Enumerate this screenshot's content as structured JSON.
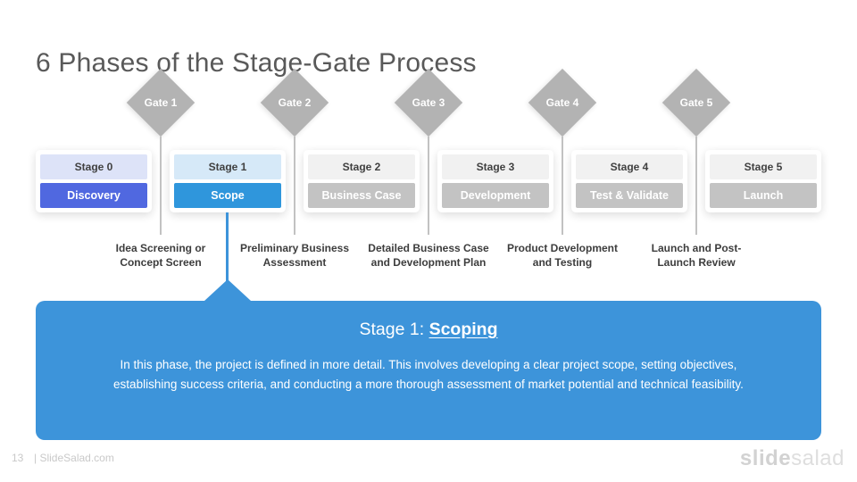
{
  "slide": {
    "title": "6 Phases of the Stage-Gate Process"
  },
  "gates": [
    {
      "label": "Gate 1",
      "description": "Idea Screening or\nConcept Screen"
    },
    {
      "label": "Gate 2",
      "description": "Preliminary Business\nAssessment"
    },
    {
      "label": "Gate 3",
      "description": "Detailed Business Case\nand Development Plan"
    },
    {
      "label": "Gate 4",
      "description": "Product Development\nand Testing"
    },
    {
      "label": "Gate 5",
      "description": "Launch and Post-\nLaunch Review"
    }
  ],
  "stages": [
    {
      "header": "Stage 0",
      "name": "Discovery"
    },
    {
      "header": "Stage 1",
      "name": "Scope"
    },
    {
      "header": "Stage 2",
      "name": "Business Case"
    },
    {
      "header": "Stage 3",
      "name": "Development"
    },
    {
      "header": "Stage 4",
      "name": "Test & Validate"
    },
    {
      "header": "Stage 5",
      "name": "Launch"
    }
  ],
  "detail_panel": {
    "heading_prefix": "Stage 1: ",
    "heading_term": "Scoping",
    "body": "In this phase, the project is defined in more detail. This involves developing a clear project scope, setting objectives, establishing success criteria, and conducting a more thorough assessment of market potential and technical feasibility."
  },
  "footer": {
    "page_number": "13",
    "site_label": "| SlideSalad.com",
    "logo_bold": "slide",
    "logo_light": "salad"
  },
  "colors": {
    "accent_blue": "#3d94da",
    "scope_blue": "#2f96dc",
    "discovery_indigo": "#5068e0",
    "shape_gray": "#b3b3b3"
  }
}
